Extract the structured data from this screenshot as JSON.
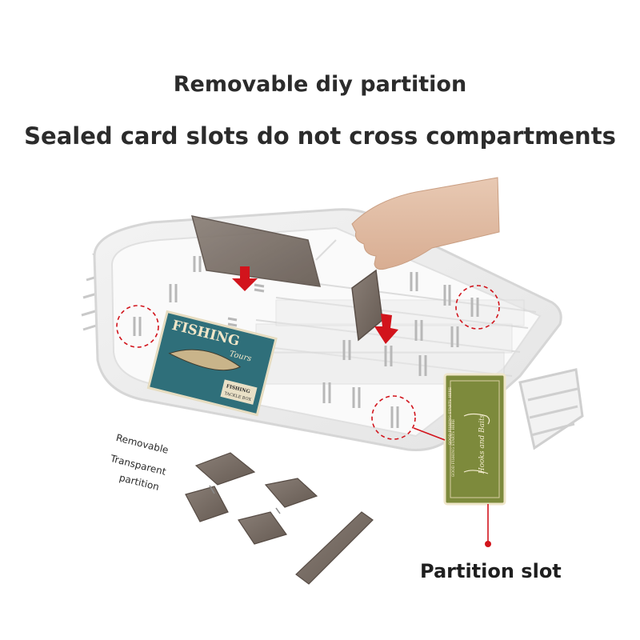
{
  "headline": {
    "line1": "Removable diy partition",
    "line2": "Sealed card slots do not cross compartments"
  },
  "labels": {
    "removable": "Removable",
    "transparent": "Transparent",
    "partition": "partition",
    "partition_slot": "Partition slot"
  },
  "fishing_card": {
    "title": "FISHING",
    "subtitle": "Tours",
    "badge_line1": "FISHING",
    "badge_line2": "TACKLE BOX"
  },
  "hooks_card": {
    "top_text": "GOOD FISHING STARTS HERE",
    "script_text": "Hooks and Baits",
    "side_text": "GOOD FISHING STARTS HERE"
  },
  "colors": {
    "accent_red": "#d2141c",
    "divider_brown": "#7a6e66",
    "card_teal": "#2f6f7a",
    "card_olive": "#7d8a3c",
    "text_dark": "#2b2b2b"
  }
}
